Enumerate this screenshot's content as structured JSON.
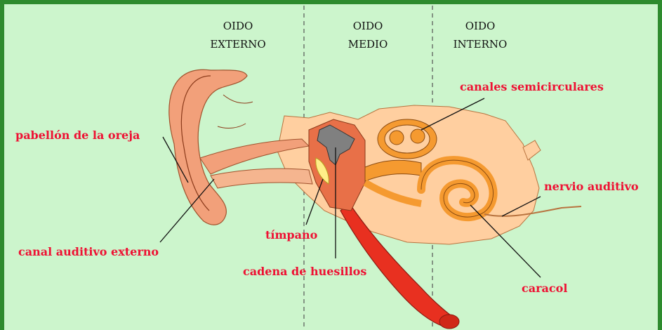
{
  "colors": {
    "background": "#ccf5cc",
    "border": "#2e8b2e",
    "label_red": "#ee1133",
    "outer_ear": "#f2a07a",
    "inner_area": "#ffcfa0",
    "tube": "#e83020",
    "bones": "#808080",
    "cochlea": "#f59a30"
  },
  "sections": [
    {
      "line1": "OIDO",
      "line2": "EXTERNO"
    },
    {
      "line1": "OIDO",
      "line2": "MEDIO"
    },
    {
      "line1": "OIDO",
      "line2": "INTERNO"
    }
  ],
  "labels": {
    "pabellon": "pabellón de la oreja",
    "canal": "canal auditivo externo",
    "timpano": "tímpano",
    "cadena": "cadena de huesillos",
    "canales": "canales semicirculares",
    "nervio": "nervio auditivo",
    "caracol": "caracol"
  }
}
